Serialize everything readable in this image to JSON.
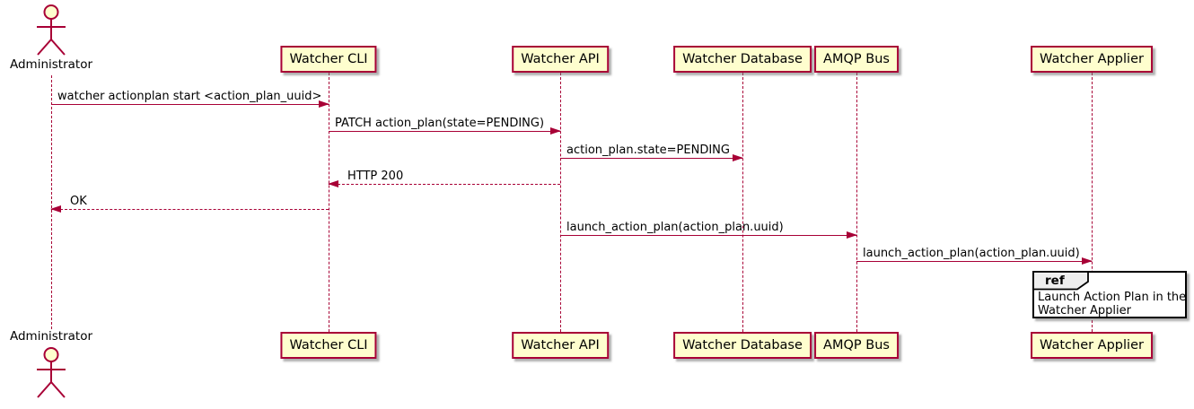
{
  "colors": {
    "accent": "#A80036",
    "participant_fill": "#FEFECE",
    "ref_header_fill": "#EEEEEE",
    "fragment_border": "#000000",
    "background": "#FFFFFF"
  },
  "actor": {
    "name": "Administrator"
  },
  "participants": [
    {
      "name": "Watcher CLI"
    },
    {
      "name": "Watcher API"
    },
    {
      "name": "Watcher Database"
    },
    {
      "name": "AMQP Bus"
    },
    {
      "name": "Watcher Applier"
    }
  ],
  "messages": [
    {
      "from": "Administrator",
      "to": "Watcher CLI",
      "style": "solid",
      "label": "watcher actionplan start <action_plan_uuid>"
    },
    {
      "from": "Watcher CLI",
      "to": "Watcher API",
      "style": "solid",
      "label": "PATCH action_plan(state=PENDING)"
    },
    {
      "from": "Watcher API",
      "to": "Watcher Database",
      "style": "solid",
      "label": "action_plan.state=PENDING"
    },
    {
      "from": "Watcher API",
      "to": "Watcher CLI",
      "style": "dashed",
      "label": "HTTP 200"
    },
    {
      "from": "Watcher CLI",
      "to": "Administrator",
      "style": "dashed",
      "label": "OK"
    },
    {
      "from": "Watcher API",
      "to": "AMQP Bus",
      "style": "solid",
      "label": "launch_action_plan(action_plan.uuid)"
    },
    {
      "from": "AMQP Bus",
      "to": "Watcher Applier",
      "style": "solid",
      "label": "launch_action_plan(action_plan.uuid)"
    }
  ],
  "ref": {
    "keyword": "ref",
    "over": "Watcher Applier",
    "lines": [
      "Launch Action Plan in the",
      "Watcher Applier"
    ]
  }
}
